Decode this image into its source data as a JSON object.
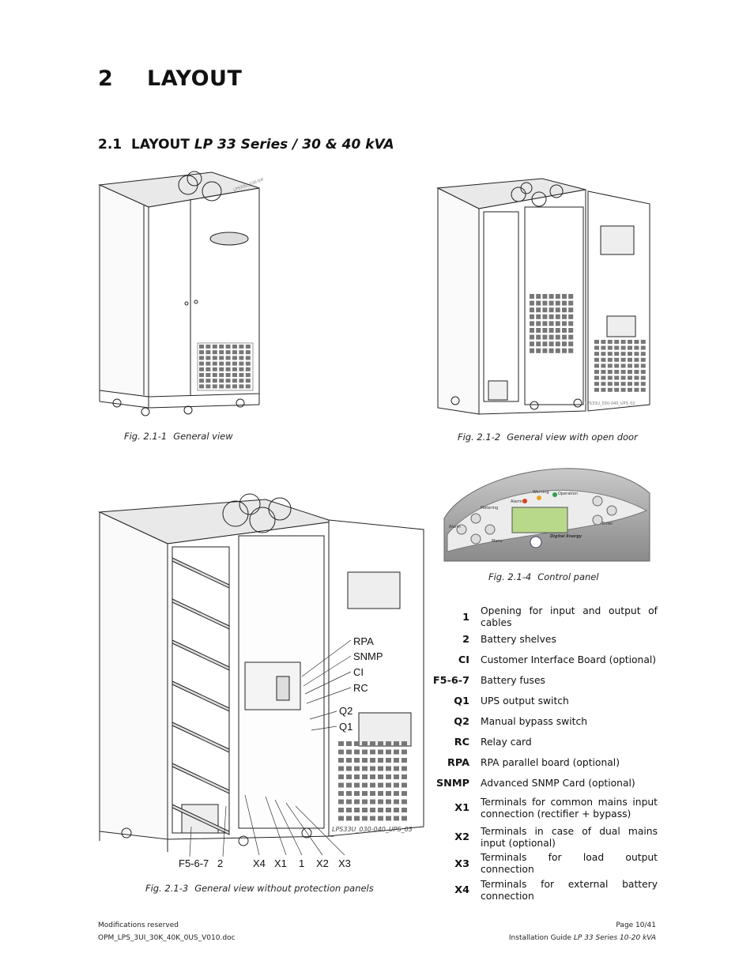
{
  "heading": {
    "number": "2",
    "title": "LAYOUT"
  },
  "subheading": {
    "number": "2.1",
    "title_plain": "LAYOUT ",
    "title_italic": "LP 33 Series / 30 & 40 kVA"
  },
  "figures": {
    "fig1": {
      "number": "Fig. 2.1-1",
      "caption": "General view"
    },
    "fig2": {
      "number": "Fig. 2.1-2",
      "caption": "General view with open door"
    },
    "fig3": {
      "number": "Fig. 2.1-3",
      "caption": "General view without protection panels"
    },
    "fig4": {
      "number": "Fig. 2.1-4",
      "caption": "Control panel"
    }
  },
  "drawing_labels": {
    "fig1_code": "LPS33U_030-040_UPS_01",
    "fig2_code": "LPS33U_030-040_UPS_02",
    "fig3_code": "LPS33U_030-040_UPS_03",
    "callouts_right": [
      "RPA",
      "SNMP",
      "CI",
      "RC",
      "Q2",
      "Q1"
    ],
    "callouts_bottom": [
      "F5-6-7",
      "2",
      "X4",
      "X1",
      "1",
      "X2",
      "X3"
    ]
  },
  "control_panel": {
    "alarm": "Alarm",
    "warning": "Warning",
    "operation": "Operation",
    "metering": "Metering",
    "menu": "Menu",
    "enter": "Enter",
    "brand": "Digital Energy"
  },
  "legend": [
    {
      "code": "1",
      "desc": "Opening for input and output of cables"
    },
    {
      "code": "2",
      "desc": "Battery shelves"
    },
    {
      "code": "CI",
      "desc": "Customer Interface Board (optional)"
    },
    {
      "code": "F5-6-7",
      "desc": "Battery fuses"
    },
    {
      "code": "Q1",
      "desc": "UPS output switch"
    },
    {
      "code": "Q2",
      "desc": "Manual bypass switch"
    },
    {
      "code": "RC",
      "desc": "Relay card"
    },
    {
      "code": "RPA",
      "desc": "RPA parallel board (optional)"
    },
    {
      "code": "SNMP",
      "desc": "Advanced SNMP Card (optional)"
    },
    {
      "code": "X1",
      "desc": "Terminals for common mains input connection (rectifier + bypass)"
    },
    {
      "code": "X2",
      "desc": "Terminals in case of dual mains input (optional)"
    },
    {
      "code": "X3",
      "desc": "Terminals for load output connection"
    },
    {
      "code": "X4",
      "desc": "Terminals for external battery connection"
    }
  ],
  "footer": {
    "left_line1": "Modifications reserved",
    "left_line2": "OPM_LPS_3UI_30K_40K_0US_V010.doc",
    "right_line1": "Page 10/41",
    "right_line2_plain": "Installation Guide ",
    "right_line2_italic": "LP 33 Series 10-20 kVA"
  }
}
